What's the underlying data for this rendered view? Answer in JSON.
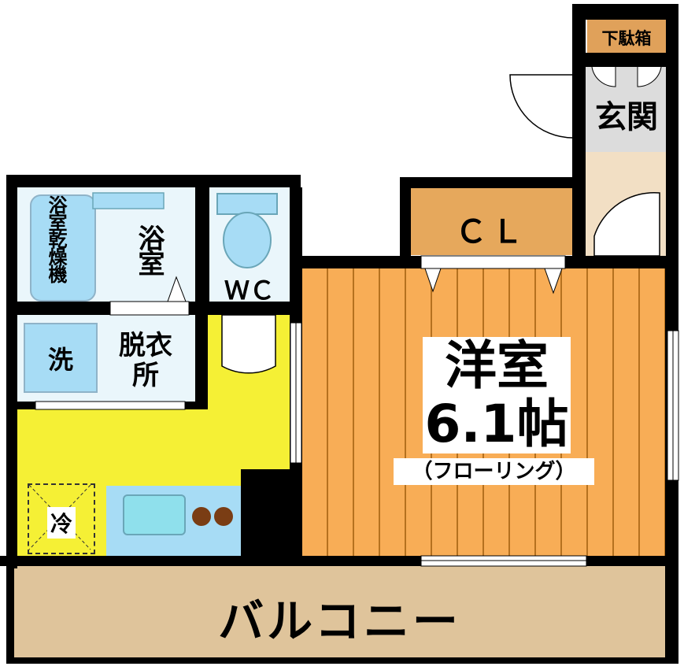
{
  "rooms": {
    "shoe_box": "下駄箱",
    "entrance": "玄関",
    "closet": "ＣＬ",
    "bathroom_dryer": "浴室乾燥機",
    "bathroom": "浴室",
    "toilet": "ＷＣ",
    "washer": "洗",
    "dressing_room": "脱衣所",
    "fridge": "冷",
    "western_room": "洋室",
    "western_room_size": "6.1帖",
    "western_room_floor": "（フローリング）",
    "balcony": "バルコニー"
  },
  "colors": {
    "wall": "#000000",
    "balcony_floor": "#dfc49b",
    "western_floor": "#f8ad56",
    "closet": "#e6a85c",
    "kitchen_floor": "#f5f035",
    "wet_area": "#eaf6fb",
    "fixture": "#a7dcf5",
    "entrance_floor": "#dcdcdc",
    "hall_floor": "#f2dfc4",
    "shoe_box": "#e0a15a"
  }
}
